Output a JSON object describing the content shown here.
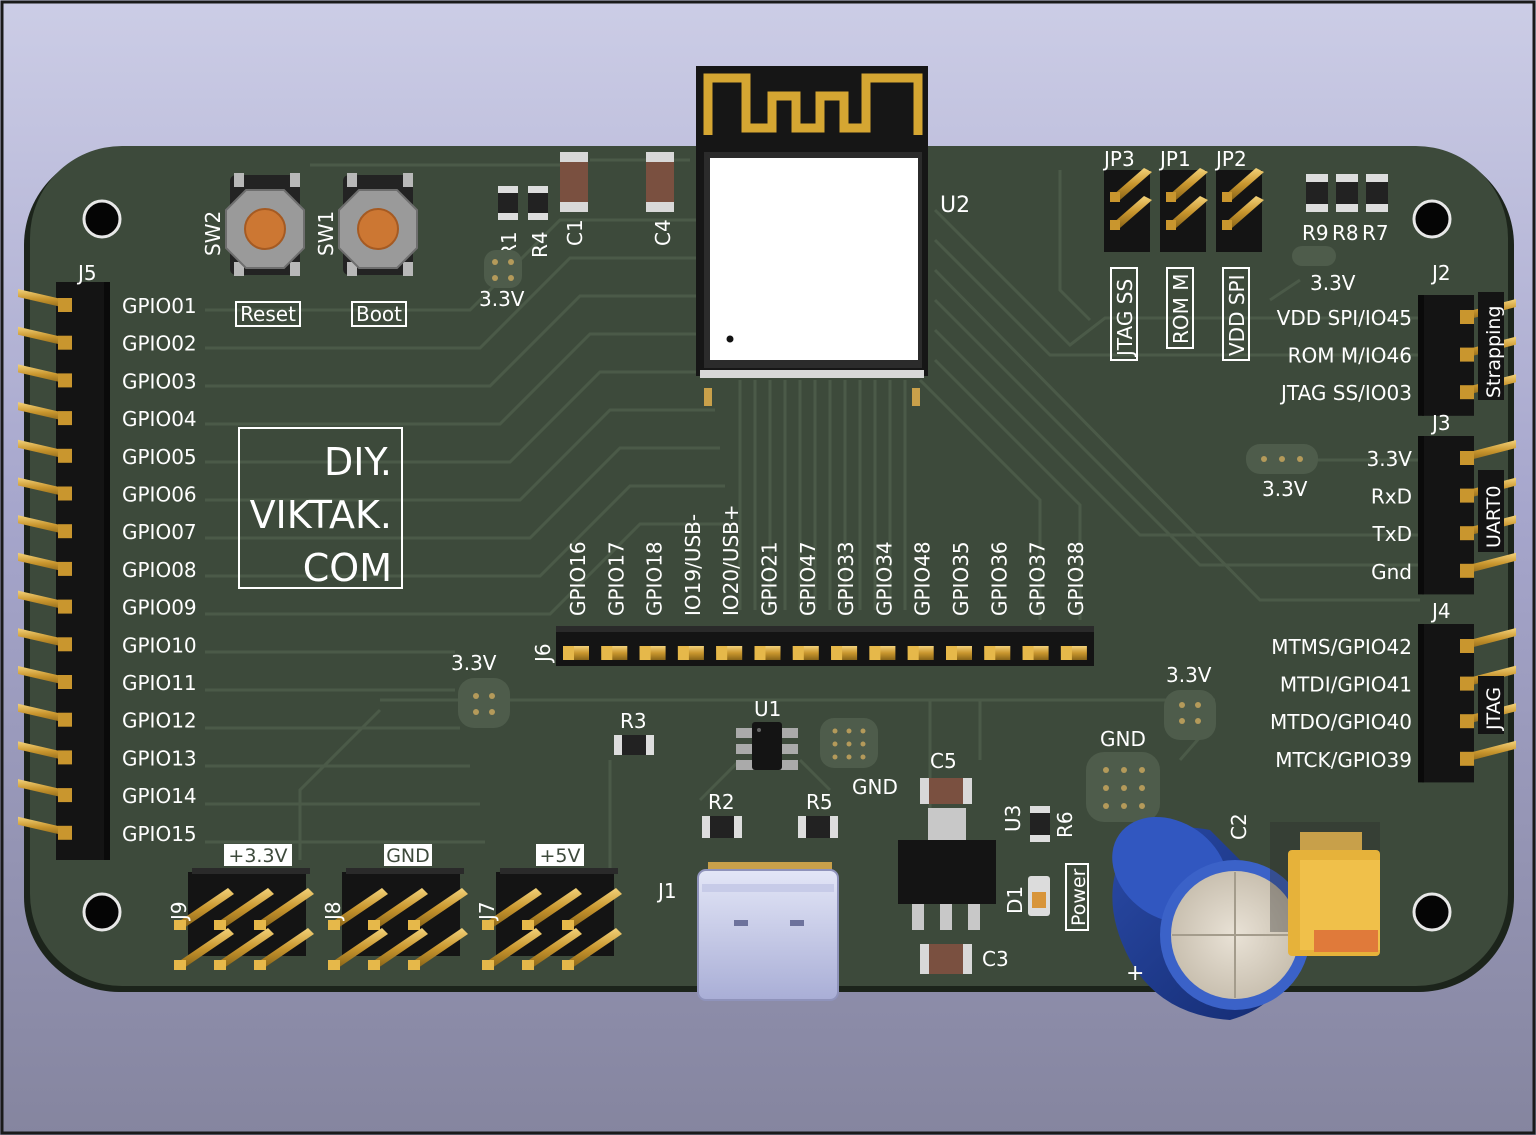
{
  "board": {
    "colors": {
      "pcb": "#3d4a3b",
      "silkscreen": "#ffffff",
      "gold": "#d5a632",
      "header_plastic": "#141414",
      "trace": "#4a5a48"
    },
    "brand": {
      "line1": "DIY.",
      "line2": "VIKTAK.",
      "line3": "COM"
    },
    "j5": {
      "ref": "J5",
      "pins": [
        "GPIO01",
        "GPIO02",
        "GPIO03",
        "GPIO04",
        "GPIO05",
        "GPIO06",
        "GPIO07",
        "GPIO08",
        "GPIO09",
        "GPIO10",
        "GPIO11",
        "GPIO12",
        "GPIO13",
        "GPIO14",
        "GPIO15"
      ]
    },
    "j6": {
      "ref": "J6",
      "pins": [
        "GPIO16",
        "GPIO17",
        "GPIO18",
        "IO19/USB-",
        "IO20/USB+",
        "GPIO21",
        "GPIO47",
        "GPIO33",
        "GPIO34",
        "GPIO48",
        "GPIO35",
        "GPIO36",
        "GPIO37",
        "GPIO38"
      ]
    },
    "j2": {
      "ref": "J2",
      "name": "Strapping",
      "pins": [
        "VDD SPI/IO45",
        "ROM M/IO46",
        "JTAG SS/IO03"
      ]
    },
    "j3": {
      "ref": "J3",
      "name": "UART0",
      "pins": [
        "3.3V",
        "RxD",
        "TxD",
        "Gnd"
      ]
    },
    "j4": {
      "ref": "J4",
      "name": "JTAG",
      "pins": [
        "MTMS/GPIO42",
        "MTDI/GPIO41",
        "MTDO/GPIO40",
        "MTCK/GPIO39"
      ]
    },
    "jumpers": {
      "jp3": "JP3",
      "jp1": "JP1",
      "jp2": "JP2",
      "jtag_ss": "JTAG SS",
      "rom_m": "ROM M",
      "vdd_spi": "VDD SPI"
    },
    "switches": {
      "sw2": "SW2",
      "sw1": "SW1",
      "reset": "Reset",
      "boot": "Boot"
    },
    "refs": {
      "u2": "U2",
      "u1": "U1",
      "u3": "U3",
      "r1": "R1",
      "r4": "R4",
      "c1": "C1",
      "c4": "C4",
      "r9": "R9",
      "r8": "R8",
      "r7": "R7",
      "r3": "R3",
      "r2": "R2",
      "r5": "R5",
      "r6": "R6",
      "c5": "C5",
      "c3": "C3",
      "c2": "C2",
      "d1": "D1",
      "j1": "J1",
      "j9": "J9",
      "j8": "J8",
      "j7": "J7"
    },
    "power_headers": {
      "p33": "+3.3V",
      "gnd": "GND",
      "p5": "+5V"
    },
    "pads": {
      "v33_a": "3.3V",
      "v33_b": "3.3V",
      "v33_c": "3.3V",
      "v33_d": "3.3V",
      "v33_e": "3.3V",
      "gnd_a": "GND",
      "gnd_b": "GND"
    },
    "misc": {
      "power": "Power",
      "plus": "+"
    }
  }
}
